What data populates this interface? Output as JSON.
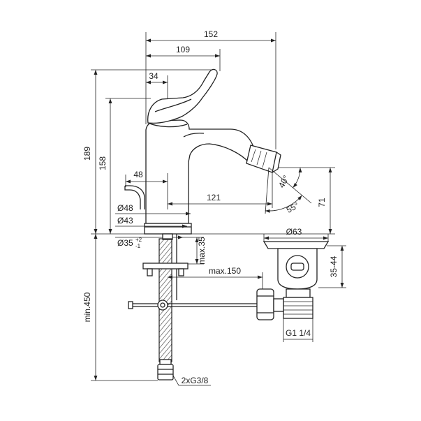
{
  "drawing": {
    "overall_width": "152",
    "lever_reach": "109",
    "lever_offset": "34",
    "overall_height": "189",
    "body_height": "158",
    "lift_rod_offset": "48",
    "spout_reach": "121",
    "base_diameter": "Ø48",
    "body_diameter": "Ø43",
    "hole_diameter": "Ø35",
    "hole_tolerance_plus": "+2",
    "hole_tolerance_minus": "-1",
    "nozzle_angle": "40°",
    "nozzle_swivel_angle": "55°",
    "spout_height": "71",
    "drain_diameter": "Ø63",
    "deck_thickness": "max.35",
    "rod_length": "max.150",
    "drain_range": "35-44",
    "hose_length": "min.450",
    "drain_thread": "G1 1/4",
    "hose_thread": "2xG3/8"
  },
  "colors": {
    "line": "#222222",
    "background": "#ffffff"
  }
}
